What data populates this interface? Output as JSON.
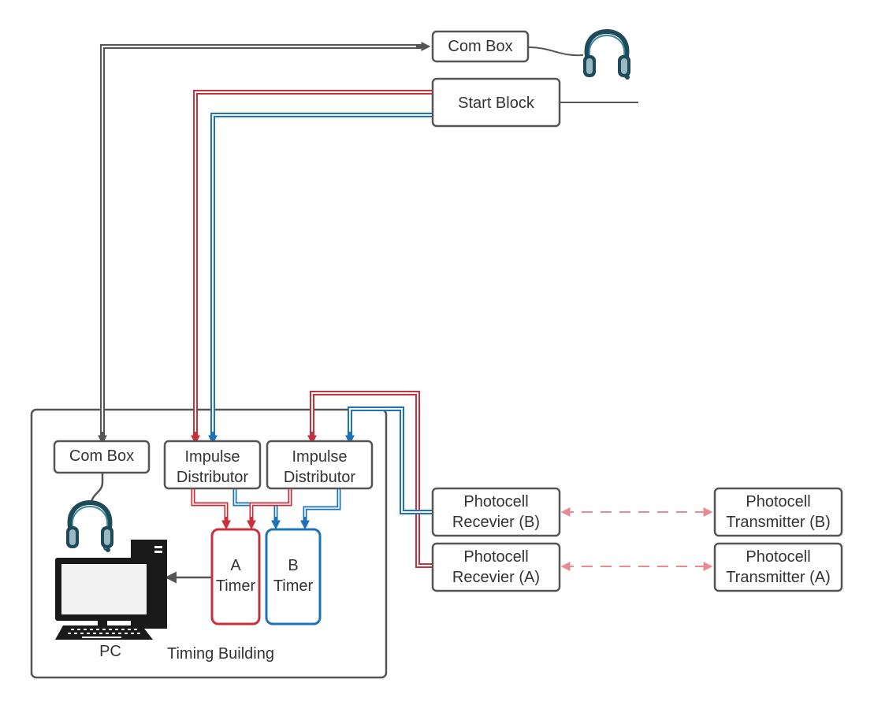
{
  "labels": {
    "com_box_top": "Com Box",
    "start_block": "Start Block",
    "com_box_bottom": "Com Box",
    "impulse_distributor_1": [
      "Impulse",
      "Distributor"
    ],
    "impulse_distributor_2": [
      "Impulse",
      "Distributor"
    ],
    "timer_a": [
      "A",
      "Timer"
    ],
    "timer_b": [
      "B",
      "Timer"
    ],
    "photocell_receiver_b": [
      "Photocell",
      "Recevier (B)"
    ],
    "photocell_receiver_a": [
      "Photocell",
      "Recevier (A)"
    ],
    "photocell_transmitter_b": [
      "Photocell",
      "Transmitter (B)"
    ],
    "photocell_transmitter_a": [
      "Photocell",
      "Transmitter (A)"
    ],
    "pc": "PC",
    "timing_building": "Timing Building"
  },
  "icons": {
    "headset": "headset-icon",
    "computer": "desktop-computer-icon"
  },
  "colors": {
    "line_a": "#c8303c",
    "line_b": "#1c74b4",
    "line_com": "#555555",
    "beam": "#e88a94",
    "headset": "#1e4a5a"
  }
}
